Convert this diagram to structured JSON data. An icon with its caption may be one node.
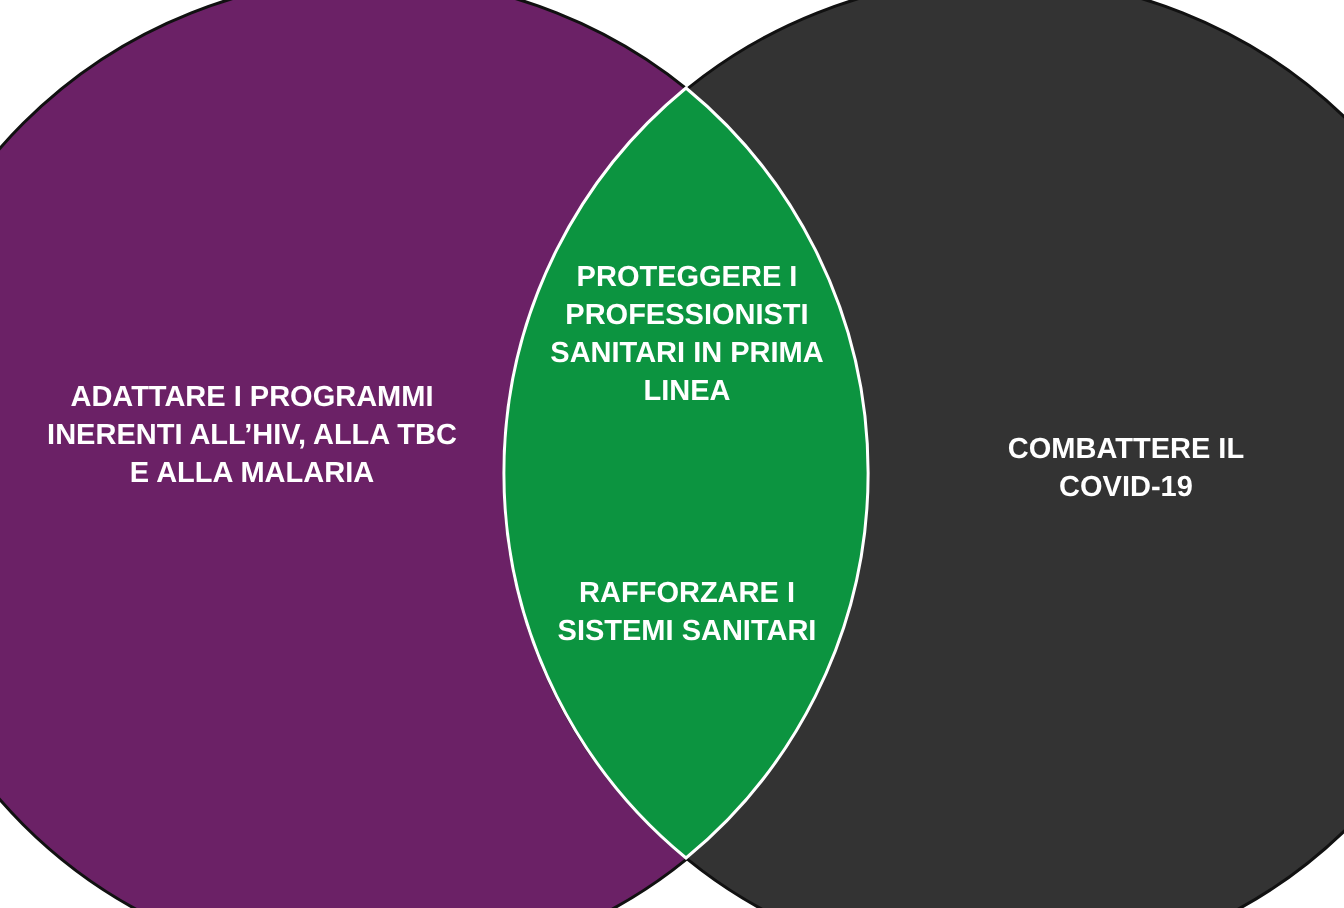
{
  "diagram": {
    "nodes": [
      {
        "text": [
          "ADATTARE I PROGRAMMI INERENTI ALL’HIV, ALLA TBC E ALLA MALARIA"
        ]
      },
      {
        "text": [
          "PROTEGGERE I PROFESSIONISTI SANITARI IN PRIMA LINEA",
          "RAFFORZARE I SISTEMI SANITARI"
        ]
      },
      {
        "text": [
          "COMBATTERE IL COVID-19"
        ]
      }
    ],
    "edges": []
  }
}
